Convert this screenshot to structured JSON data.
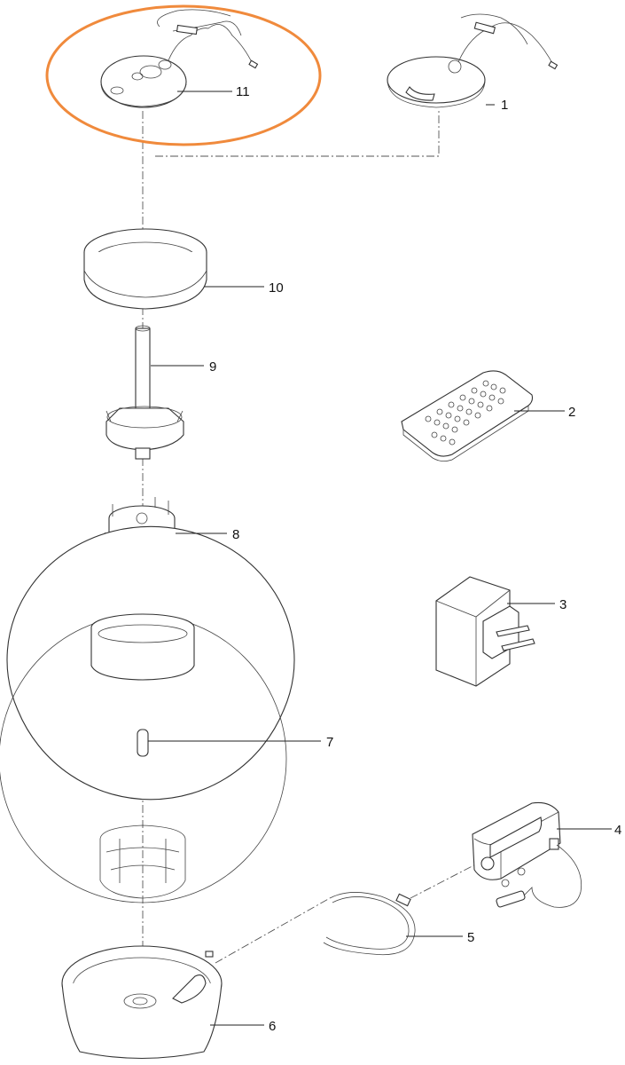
{
  "diagram": {
    "parts": [
      {
        "id": "part-1",
        "label": "1"
      },
      {
        "id": "part-2",
        "label": "2"
      },
      {
        "id": "part-3",
        "label": "3"
      },
      {
        "id": "part-4",
        "label": "4"
      },
      {
        "id": "part-5",
        "label": "5"
      },
      {
        "id": "part-6",
        "label": "6"
      },
      {
        "id": "part-7",
        "label": "7"
      },
      {
        "id": "part-8",
        "label": "8"
      },
      {
        "id": "part-9",
        "label": "9"
      },
      {
        "id": "part-10",
        "label": "10"
      },
      {
        "id": "part-11",
        "label": "11"
      }
    ],
    "highlight": {
      "part": "11",
      "color": "#F08A3C"
    },
    "colors": {
      "line": "#222222",
      "highlight": "#F08A3C"
    }
  }
}
